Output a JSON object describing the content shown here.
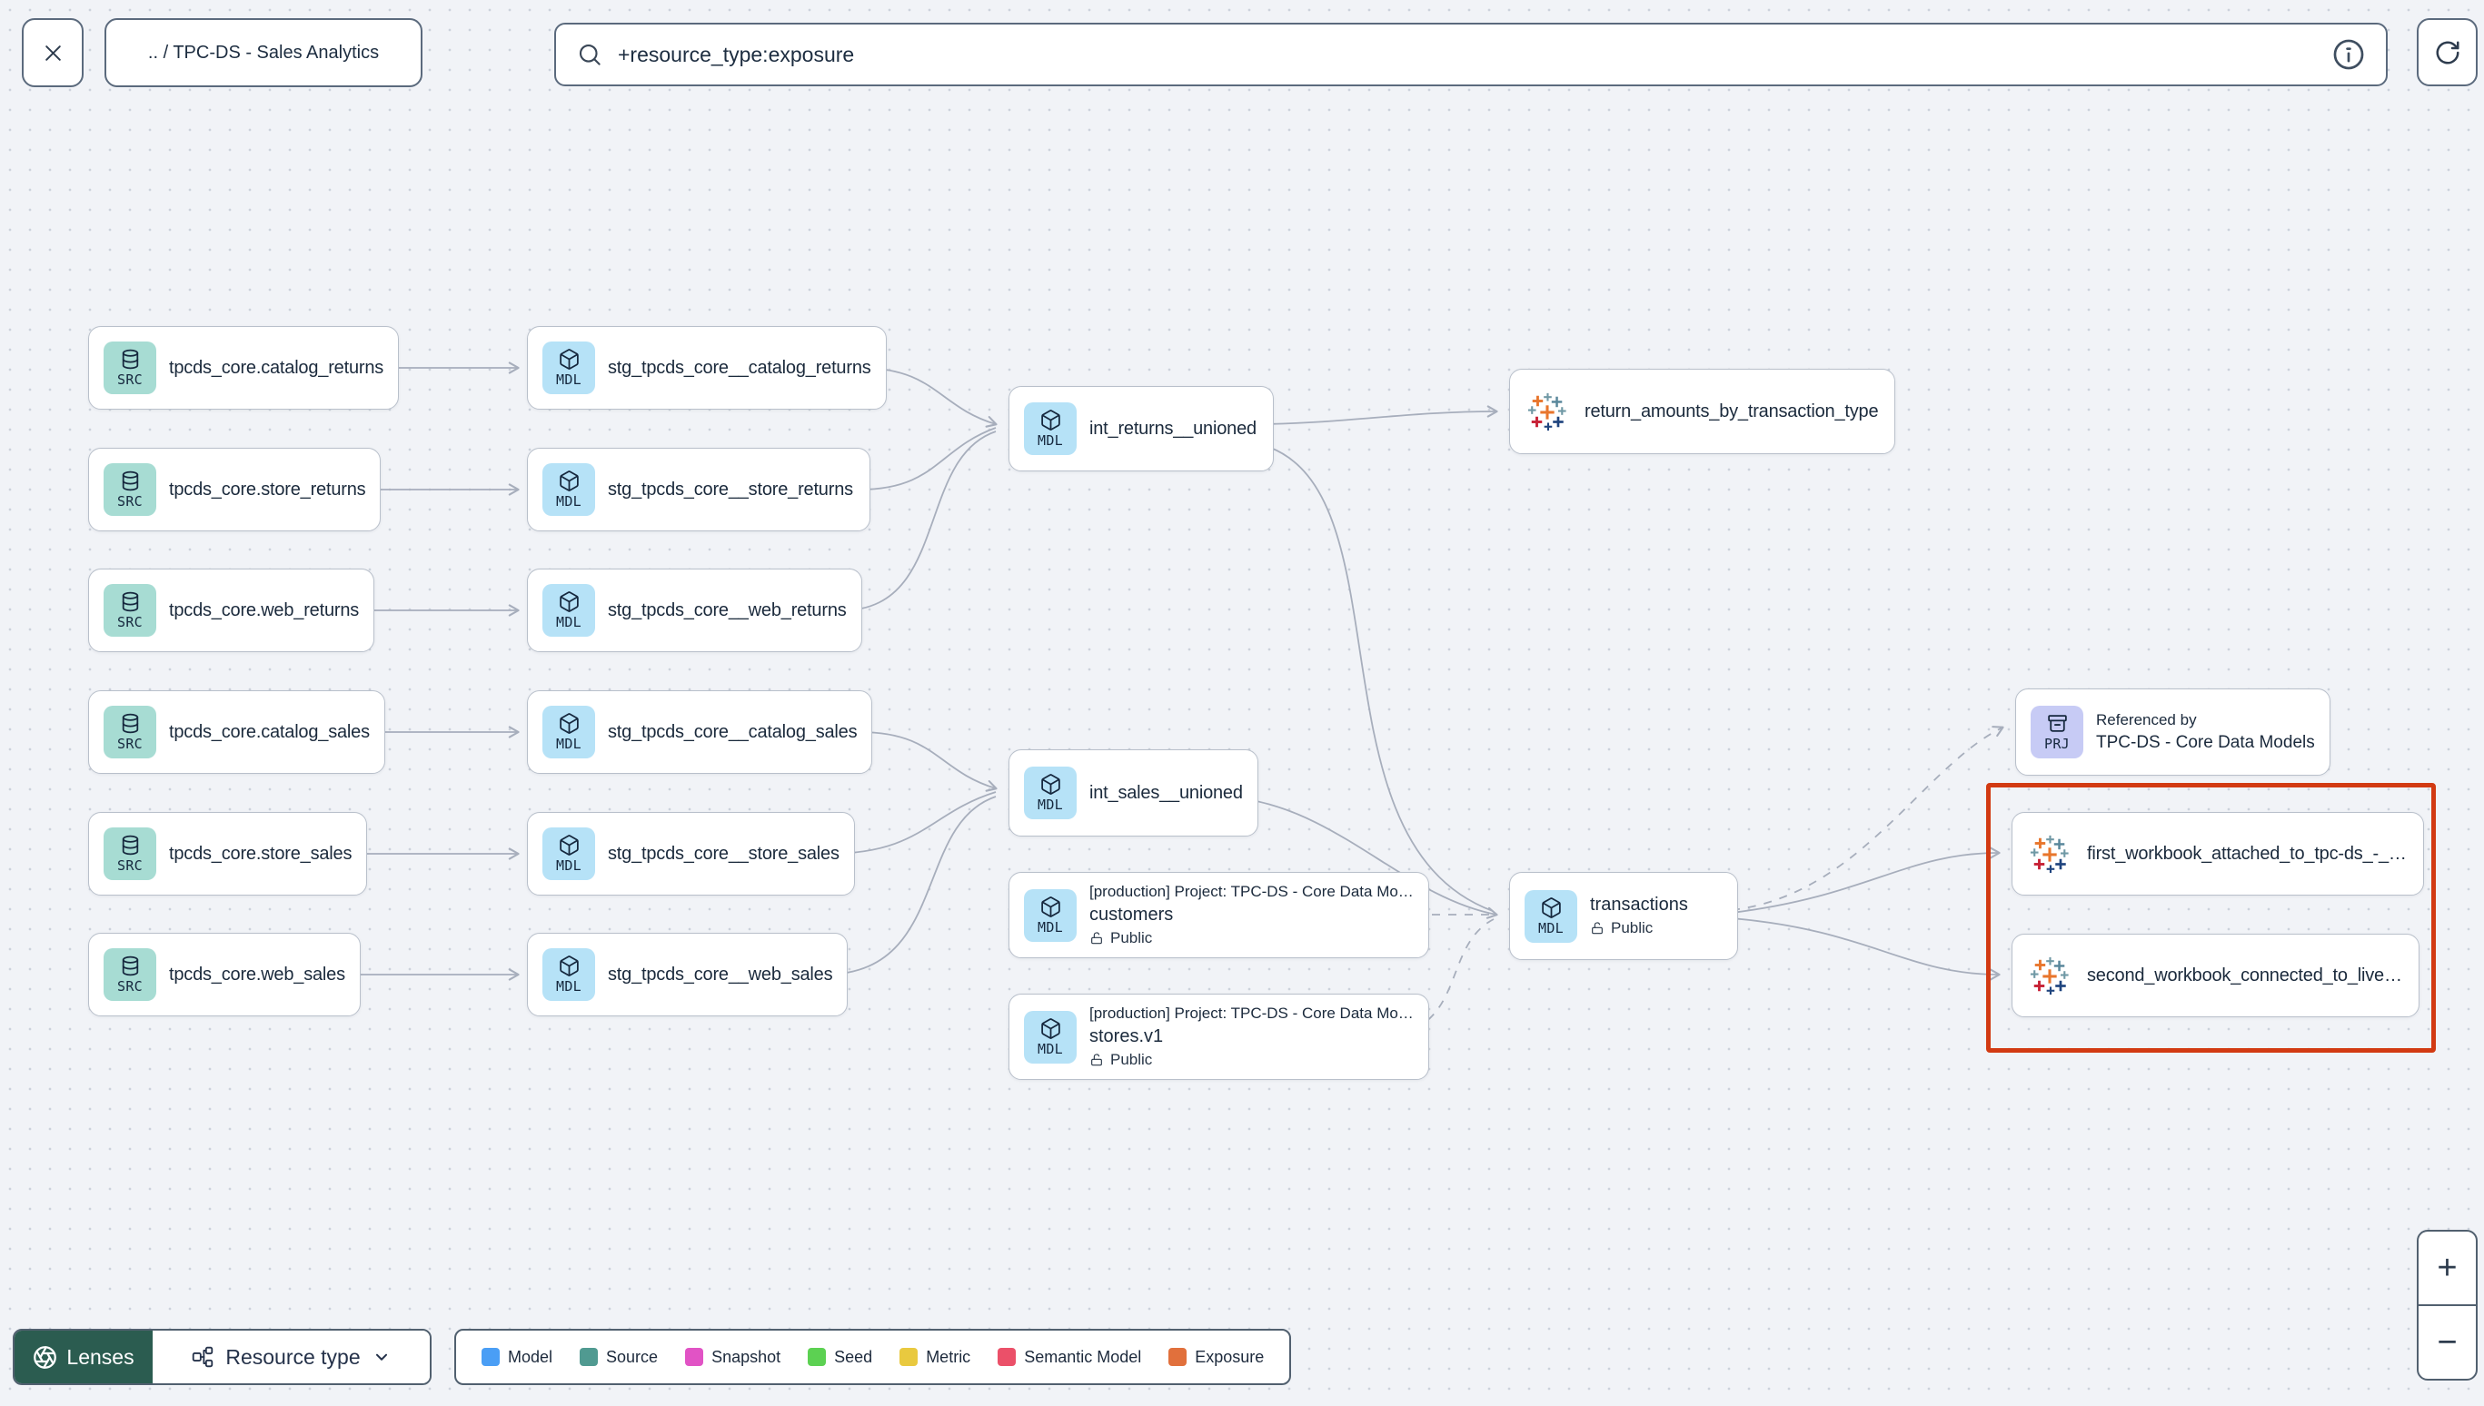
{
  "topbar": {
    "breadcrumb": ".. / TPC-DS - Sales Analytics",
    "search_value": "+resource_type:exposure"
  },
  "colors": {
    "src_badge": "#a7dcd3",
    "mdl_badge": "#b6e2f7",
    "prj_badge": "#c7cbf5",
    "highlight": "#d23a12",
    "lenses_bg": "#2b5c50"
  },
  "graph": {
    "nodes": [
      {
        "id": "tpcds_core.catalog_returns",
        "badge": "SRC",
        "label": "tpcds_core.catalog_returns"
      },
      {
        "id": "tpcds_core.store_returns",
        "badge": "SRC",
        "label": "tpcds_core.store_returns"
      },
      {
        "id": "tpcds_core.web_returns",
        "badge": "SRC",
        "label": "tpcds_core.web_returns"
      },
      {
        "id": "tpcds_core.catalog_sales",
        "badge": "SRC",
        "label": "tpcds_core.catalog_sales"
      },
      {
        "id": "tpcds_core.store_sales",
        "badge": "SRC",
        "label": "tpcds_core.store_sales"
      },
      {
        "id": "tpcds_core.web_sales",
        "badge": "SRC",
        "label": "tpcds_core.web_sales"
      },
      {
        "id": "stg_tpcds_core__catalog_returns",
        "badge": "MDL",
        "label": "stg_tpcds_core__catalog_returns"
      },
      {
        "id": "stg_tpcds_core__store_returns",
        "badge": "MDL",
        "label": "stg_tpcds_core__store_returns"
      },
      {
        "id": "stg_tpcds_core__web_returns",
        "badge": "MDL",
        "label": "stg_tpcds_core__web_returns"
      },
      {
        "id": "stg_tpcds_core__catalog_sales",
        "badge": "MDL",
        "label": "stg_tpcds_core__catalog_sales"
      },
      {
        "id": "stg_tpcds_core__store_sales",
        "badge": "MDL",
        "label": "stg_tpcds_core__store_sales"
      },
      {
        "id": "stg_tpcds_core__web_sales",
        "badge": "MDL",
        "label": "stg_tpcds_core__web_sales"
      },
      {
        "id": "int_returns__unioned",
        "badge": "MDL",
        "label": "int_returns__unioned"
      },
      {
        "id": "int_sales__unioned",
        "badge": "MDL",
        "label": "int_sales__unioned"
      },
      {
        "id": "customers",
        "badge": "MDL",
        "project": "[production] Project: TPC-DS - Core Data Mo…",
        "label": "customers",
        "access": "Public"
      },
      {
        "id": "stores.v1",
        "badge": "MDL",
        "project": "[production] Project: TPC-DS - Core Data Mo…",
        "label": "stores.v1",
        "access": "Public"
      },
      {
        "id": "return_amounts_by_transaction_type",
        "badge": "EXP",
        "label": "return_amounts_by_transaction_type"
      },
      {
        "id": "transactions",
        "badge": "MDL",
        "label": "transactions",
        "access": "Public"
      },
      {
        "id": "tpcds_core_data_models",
        "badge": "PRJ",
        "title": "Referenced by",
        "label": "TPC-DS - Core Data Models"
      },
      {
        "id": "first_workbook",
        "badge": "EXP",
        "label": "first_workbook_attached_to_tpc-ds_-_…"
      },
      {
        "id": "second_workbook",
        "badge": "EXP",
        "label": "second_workbook_connected_to_live…"
      }
    ],
    "edges": [
      {
        "from": "tpcds_core.catalog_returns",
        "to": "stg_tpcds_core__catalog_returns",
        "style": "solid"
      },
      {
        "from": "tpcds_core.store_returns",
        "to": "stg_tpcds_core__store_returns",
        "style": "solid"
      },
      {
        "from": "tpcds_core.web_returns",
        "to": "stg_tpcds_core__web_returns",
        "style": "solid"
      },
      {
        "from": "tpcds_core.catalog_sales",
        "to": "stg_tpcds_core__catalog_sales",
        "style": "solid"
      },
      {
        "from": "tpcds_core.store_sales",
        "to": "stg_tpcds_core__store_sales",
        "style": "solid"
      },
      {
        "from": "tpcds_core.web_sales",
        "to": "stg_tpcds_core__web_sales",
        "style": "solid"
      },
      {
        "from": "stg_tpcds_core__catalog_returns",
        "to": "int_returns__unioned",
        "style": "solid"
      },
      {
        "from": "stg_tpcds_core__store_returns",
        "to": "int_returns__unioned",
        "style": "solid"
      },
      {
        "from": "stg_tpcds_core__web_returns",
        "to": "int_returns__unioned",
        "style": "solid"
      },
      {
        "from": "stg_tpcds_core__catalog_sales",
        "to": "int_sales__unioned",
        "style": "solid"
      },
      {
        "from": "stg_tpcds_core__store_sales",
        "to": "int_sales__unioned",
        "style": "solid"
      },
      {
        "from": "stg_tpcds_core__web_sales",
        "to": "int_sales__unioned",
        "style": "solid"
      },
      {
        "from": "int_returns__unioned",
        "to": "return_amounts_by_transaction_type",
        "style": "solid"
      },
      {
        "from": "int_returns__unioned",
        "to": "transactions",
        "style": "solid"
      },
      {
        "from": "int_sales__unioned",
        "to": "transactions",
        "style": "solid"
      },
      {
        "from": "customers",
        "to": "transactions",
        "style": "dashed"
      },
      {
        "from": "stores.v1",
        "to": "transactions",
        "style": "dashed"
      },
      {
        "from": "transactions",
        "to": "tpcds_core_data_models",
        "style": "dashed"
      },
      {
        "from": "transactions",
        "to": "first_workbook",
        "style": "solid"
      },
      {
        "from": "transactions",
        "to": "second_workbook",
        "style": "solid"
      }
    ]
  },
  "bottombar": {
    "lenses_label": "Lenses",
    "resource_type_label": "Resource type",
    "legend": [
      {
        "label": "Model",
        "color": "#4a9ef5"
      },
      {
        "label": "Source",
        "color": "#509a91"
      },
      {
        "label": "Snapshot",
        "color": "#e153c5"
      },
      {
        "label": "Seed",
        "color": "#5cd152"
      },
      {
        "label": "Metric",
        "color": "#e9c93f"
      },
      {
        "label": "Semantic Model",
        "color": "#eb5069"
      },
      {
        "label": "Exposure",
        "color": "#e1703c"
      }
    ]
  },
  "zoom_controls": {
    "zoom_in": "+",
    "zoom_out": "−"
  }
}
